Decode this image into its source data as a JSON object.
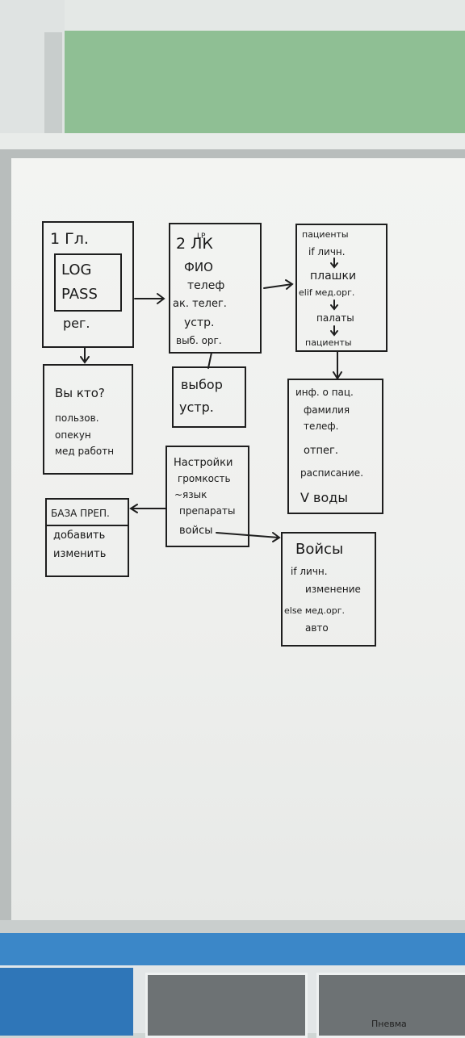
{
  "boxes": {
    "screen1": {
      "title": "1 Гл.",
      "login": "LOG",
      "password": "PASS",
      "register": "рег."
    },
    "who": {
      "question": "Вы кто?",
      "items": [
        "пользов.",
        "опекун",
        "мед работн"
      ]
    },
    "screen2": {
      "title": "2 ЛК",
      "superscript": "LP",
      "fields": [
        "ФИО",
        "телеф",
        "ак. телег.",
        "устр.",
        "выб. орг."
      ]
    },
    "device": {
      "lines": [
        "выбор",
        "устр."
      ]
    },
    "settings": {
      "lines": [
        "Настройки",
        "громкость",
        "~язык",
        "препараты",
        "войсы"
      ]
    },
    "drugbase": {
      "lines": [
        "БАЗА ПРЕП.",
        "добавить",
        "изменить"
      ]
    },
    "patients": {
      "lines": [
        "пациенты",
        "if личн.",
        "плашки",
        "elif мед.орг.",
        "палаты",
        "пациенты"
      ]
    },
    "patientinfo": {
      "lines": [
        "инф. о пац.",
        "фамилия",
        "телеф.",
        "отпег.",
        "расписание.",
        "V воды"
      ]
    },
    "voices": {
      "lines": [
        "Войсы",
        "if личн.",
        "изменение",
        "else мед.орг.",
        "авто"
      ]
    }
  },
  "shelf": {
    "bin_label": "Пневма"
  }
}
